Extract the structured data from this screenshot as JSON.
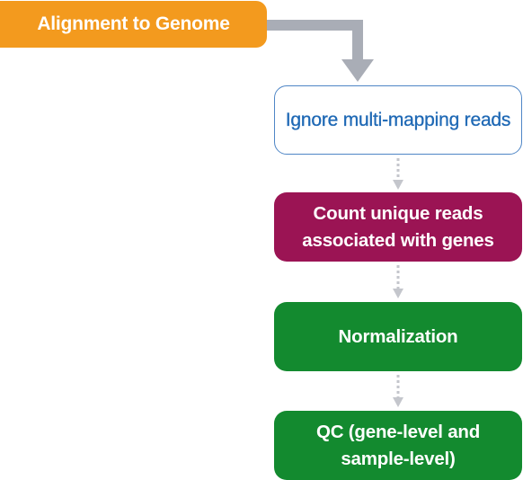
{
  "nodes": {
    "alignment": {
      "label": "Alignment to Genome"
    },
    "ignore": {
      "label": "Ignore multi-mapping reads"
    },
    "count": {
      "label": "Count unique reads associated with genes"
    },
    "normalization": {
      "label": "Normalization"
    },
    "qc": {
      "label": "QC (gene-level and sample-level)"
    }
  },
  "colors": {
    "alignment": "#f39a1e",
    "ignore_border": "#4f86c6",
    "ignore_text": "#1f69b5",
    "count": "#9b1454",
    "normalization": "#138a2f",
    "qc": "#138a2f",
    "connector_main": "#a9adb6",
    "connector_dotted": "#c4c6cc"
  }
}
